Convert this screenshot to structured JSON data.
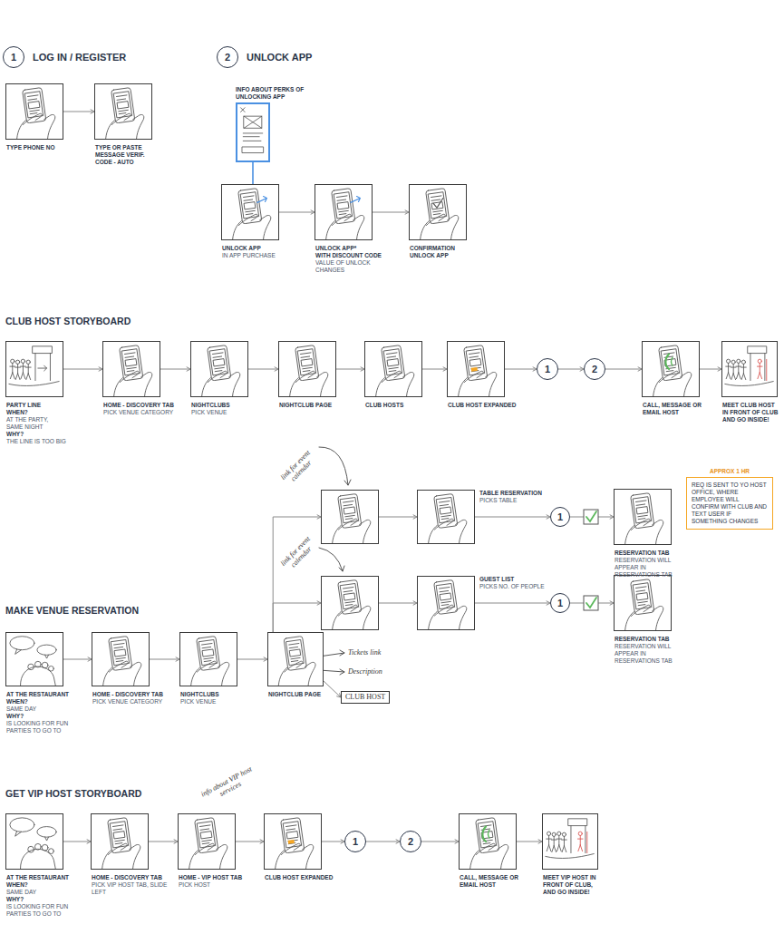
{
  "diagram": {
    "nodes": [
      {
        "text": [
          "1",
          "LOG IN / REGISTER"
        ]
      },
      {
        "text": [
          "TYPE PHONE NO"
        ]
      },
      {
        "text": [
          "TYPE OR PASTE MESSAGE VERIF. CODE - AUTO"
        ]
      },
      {
        "text": [
          "2",
          "UNLOCK APP"
        ]
      },
      {
        "text": [
          "INFO ABOUT PERKS OF UNLOCKING APP"
        ]
      },
      {
        "text": [
          "UNLOCK APP",
          "IN APP PURCHASE"
        ]
      },
      {
        "text": [
          "UNLOCK APP*",
          "WITH DISCOUNT CODE",
          "VALUE OF UNLOCK CHANGES"
        ]
      },
      {
        "text": [
          "CONFIRMATION UNLOCK APP"
        ]
      },
      {
        "text": [
          "PARTY LINE",
          "WHEN?",
          "AT THE PARTY, SAME NIGHT",
          "WHY?",
          "THE LINE IS TOO BIG"
        ]
      },
      {
        "text": [
          "HOME - DISCOVERY TAB",
          "PICK VENUE CATEGORY"
        ]
      },
      {
        "text": [
          "NIGHTCLUBS",
          "PICK VENUE"
        ]
      },
      {
        "text": [
          "NIGHTCLUB PAGE"
        ]
      },
      {
        "text": [
          "CLUB HOSTS"
        ]
      },
      {
        "text": [
          "CLUB HOST EXPANDED"
        ]
      },
      {
        "text": [
          "1"
        ]
      },
      {
        "text": [
          "2"
        ]
      },
      {
        "text": [
          "CALL, MESSAGE OR EMAIL HOST"
        ]
      },
      {
        "text": [
          "MEET CLUB HOST IN FRONT OF CLUB AND GO INSIDE!"
        ]
      },
      {
        "text": [
          "link for event calendar"
        ]
      },
      {
        "text": [
          "TABLE RESERVATION",
          "PICKS TABLE"
        ]
      },
      {
        "text": [
          "1"
        ]
      },
      {
        "text": [
          "RESERVATION TAB",
          "RESERVATION WILL APPEAR IN RESERVATIONS TAB"
        ]
      },
      {
        "text": [
          "APPROX 1 HR",
          "REQ IS SENT TO YO HOST OFFICE, WHERE EMPLOYEE WILL CONFIRM WITH CLUB AND TEXT USER IF SOMETHING CHANGES"
        ]
      },
      {
        "text": [
          "link for event calendar"
        ]
      },
      {
        "text": [
          "GUEST LIST",
          "PICKS NO. OF PEOPLE"
        ]
      },
      {
        "text": [
          "1"
        ]
      },
      {
        "text": [
          "RESERVATION TAB",
          "RESERVATION WILL APPEAR IN RESERVATIONS TAB"
        ]
      },
      {
        "text": [
          "AT THE RESTAURANT",
          "WHEN?",
          "SAME DAY",
          "WHY?",
          "IS LOOKING FOR FUN PARTIES TO GO TO"
        ]
      },
      {
        "text": [
          "HOME - DISCOVERY TAB",
          "PICK VENUE CATEGORY"
        ]
      },
      {
        "text": [
          "NIGHTCLUBS",
          "PICK VENUE"
        ]
      },
      {
        "text": [
          "NIGHTCLUB PAGE"
        ]
      },
      {
        "text": [
          "CLUB HOST"
        ]
      },
      {
        "text": [
          "AT THE RESTAURANT",
          "WHEN?",
          "SAME DAY",
          "WHY?",
          "IS LOOKING FOR FUN PARTIES TO GO TO"
        ]
      },
      {
        "text": [
          "HOME - DISCOVERY TAB",
          "PICK VIP HOST TAB, SLIDE LEFT"
        ]
      },
      {
        "text": [
          "HOME - VIP HOST TAB",
          "PICK HOST"
        ]
      },
      {
        "text": [
          "CLUB HOST EXPANDED"
        ]
      },
      {
        "text": [
          "1"
        ]
      },
      {
        "text": [
          "2"
        ]
      },
      {
        "text": [
          "CALL, MESSAGE OR EMAIL HOST"
        ]
      },
      {
        "text": [
          "MEET VIP HOST IN FRONT OF CLUB, AND GO INSIDE!"
        ]
      }
    ],
    "edges": [
      {
        "from": 1,
        "to": 2,
        "arrow": "to"
      },
      {
        "from": 4,
        "to": 5,
        "arrow": "none"
      },
      {
        "from": 5,
        "to": 6,
        "arrow": "to"
      },
      {
        "from": 6,
        "to": 7,
        "arrow": "to"
      },
      {
        "from": 8,
        "to": 9,
        "arrow": "to"
      },
      {
        "from": 9,
        "to": 10,
        "arrow": "to"
      },
      {
        "from": 10,
        "to": 11,
        "arrow": "to"
      },
      {
        "from": 11,
        "to": 12,
        "arrow": "to"
      },
      {
        "from": 12,
        "to": 13,
        "arrow": "to"
      },
      {
        "from": 13,
        "to": 14,
        "arrow": "to"
      },
      {
        "from": 14,
        "to": 15,
        "arrow": "to"
      },
      {
        "from": 15,
        "to": 16,
        "arrow": "to"
      },
      {
        "from": 16,
        "to": 17,
        "arrow": "to"
      },
      {
        "from": 27,
        "to": 28,
        "arrow": "to"
      },
      {
        "from": 28,
        "to": 29,
        "arrow": "to"
      },
      {
        "from": 29,
        "to": 30,
        "arrow": "to"
      },
      {
        "from": 30,
        "to": 18,
        "arrow": "to"
      },
      {
        "from": 30,
        "to": 23,
        "arrow": "to"
      },
      {
        "from": 30,
        "to": 31,
        "arrow": "to"
      },
      {
        "from": 18,
        "to": 19,
        "arrow": "to"
      },
      {
        "from": 19,
        "to": 20,
        "arrow": "to"
      },
      {
        "from": 20,
        "to": 21,
        "arrow": "to"
      },
      {
        "from": 23,
        "to": 24,
        "arrow": "to"
      },
      {
        "from": 24,
        "to": 25,
        "arrow": "to"
      },
      {
        "from": 25,
        "to": 26,
        "arrow": "to"
      },
      {
        "from": 32,
        "to": 33,
        "arrow": "to"
      },
      {
        "from": 33,
        "to": 34,
        "arrow": "to"
      },
      {
        "from": 34,
        "to": 35,
        "arrow": "to"
      },
      {
        "from": 35,
        "to": 36,
        "arrow": "to"
      },
      {
        "from": 36,
        "to": 37,
        "arrow": "to"
      },
      {
        "from": 37,
        "to": 38,
        "arrow": "to"
      },
      {
        "from": 38,
        "to": 39,
        "arrow": "to"
      }
    ],
    "labels": [
      "CLUB HOST STORYBOARD",
      "MAKE VENUE RESERVATION",
      "Tickets link",
      "Description",
      "GET VIP HOST STORYBOARD",
      "info about VIP host services"
    ]
  }
}
